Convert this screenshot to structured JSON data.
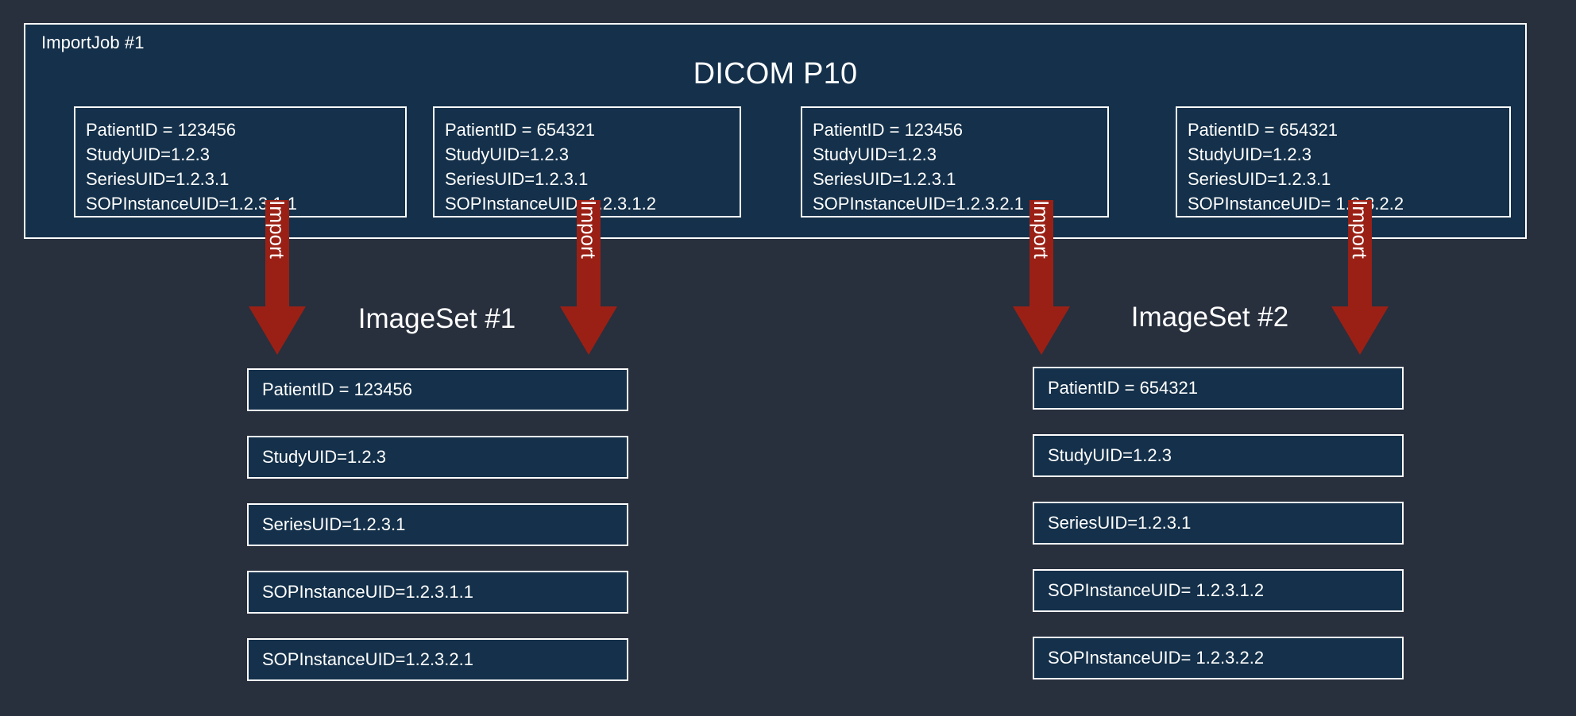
{
  "diagram": {
    "background_color": "#282f3d",
    "panel_color": "#14304a",
    "border_color": "#ffffff",
    "arrow_color": "#9a2015"
  },
  "import_job": {
    "label": "ImportJob #1",
    "title": "DICOM P10",
    "instances": [
      {
        "lines": [
          "PatientID = 123456",
          "StudyUID=1.2.3",
          "SeriesUID=1.2.3.1",
          "SOPInstanceUID=1.2.3.1.1"
        ]
      },
      {
        "lines": [
          "PatientID = 654321",
          "StudyUID=1.2.3",
          "SeriesUID=1.2.3.1",
          "SOPInstanceUID=1.2.3.1.2"
        ]
      },
      {
        "lines": [
          "PatientID = 123456",
          "StudyUID=1.2.3",
          "SeriesUID=1.2.3.1",
          "SOPInstanceUID=1.2.3.2.1"
        ]
      },
      {
        "lines": [
          "PatientID = 654321",
          "StudyUID=1.2.3",
          "SeriesUID=1.2.3.1",
          "SOPInstanceUID= 1.2.3.2.2"
        ]
      }
    ]
  },
  "arrows": [
    {
      "label": "Import"
    },
    {
      "label": "Import"
    },
    {
      "label": "Import"
    },
    {
      "label": "Import"
    }
  ],
  "image_sets": [
    {
      "title": "ImageSet #1",
      "rows": [
        "PatientID = 123456",
        "StudyUID=1.2.3",
        "SeriesUID=1.2.3.1",
        "SOPInstanceUID=1.2.3.1.1",
        "SOPInstanceUID=1.2.3.2.1"
      ]
    },
    {
      "title": "ImageSet #2",
      "rows": [
        "PatientID = 654321",
        "StudyUID=1.2.3",
        "SeriesUID=1.2.3.1",
        "SOPInstanceUID= 1.2.3.1.2",
        "SOPInstanceUID= 1.2.3.2.2"
      ]
    }
  ]
}
